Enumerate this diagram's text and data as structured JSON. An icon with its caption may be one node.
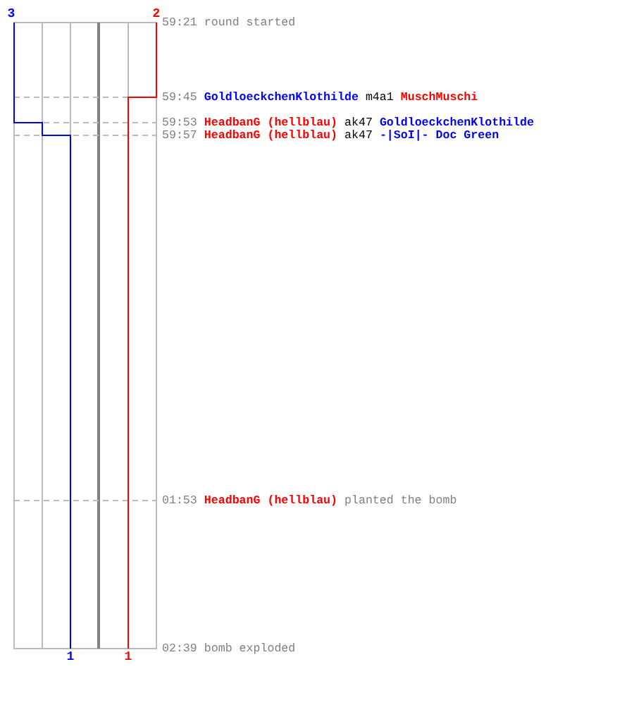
{
  "diagram": {
    "labels": [
      "3",
      "2",
      "59:21",
      "round started",
      "59:45",
      "GoldloeckchenKlothilde",
      "m4a1",
      "MuschMuschi",
      "59:53",
      "HeadbanG (hellblau)",
      "ak47",
      "GoldloeckchenKlothilde",
      "59:57",
      "HeadbanG (hellblau)",
      "ak47",
      "-|SoI|- Doc Green",
      "01:53",
      "HeadbanG (hellblau)",
      "planted the bomb",
      "02:39",
      "bomb exploded",
      "1",
      "1"
    ]
  }
}
